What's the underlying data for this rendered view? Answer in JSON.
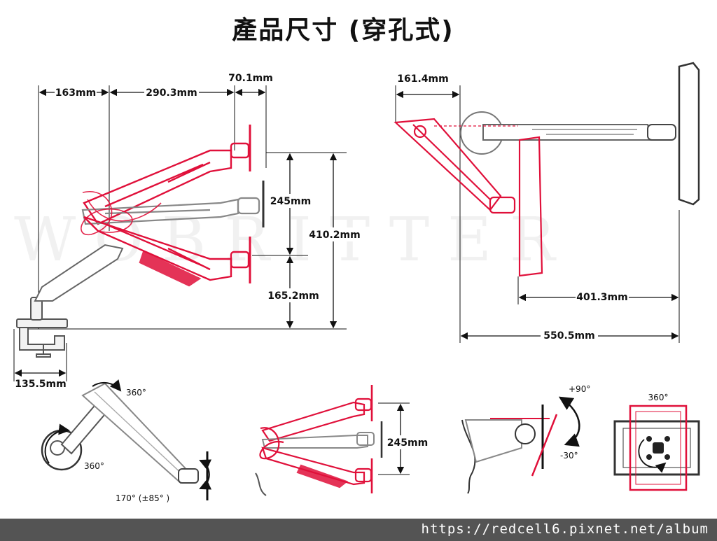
{
  "title": "產品尺寸 (穿孔式)",
  "colors": {
    "accent": "#e0103a",
    "line": "#111111",
    "arm": "#8a8a8a",
    "footer": "#545454"
  },
  "side_view": {
    "dims_top": [
      "163mm",
      "290.3mm",
      "70.1mm"
    ],
    "dim_tilt": "245mm",
    "dim_total_height": "410.2mm",
    "dim_lower_height": "165.2mm",
    "dim_clamp_width": "135.5mm"
  },
  "top_view": {
    "dim_offset": "161.4mm",
    "dim_inner": "401.3mm",
    "dim_outer": "550.5mm"
  },
  "rotation_views": {
    "swivel_top": "360°",
    "swivel_base": "360°",
    "tilt_head": "170° (±85° )",
    "lift_range": "245mm",
    "tilt_up": "+90°",
    "tilt_down": "-30°",
    "rotate": "360°"
  },
  "footer_url": "https://redcell6.pixnet.net/album"
}
